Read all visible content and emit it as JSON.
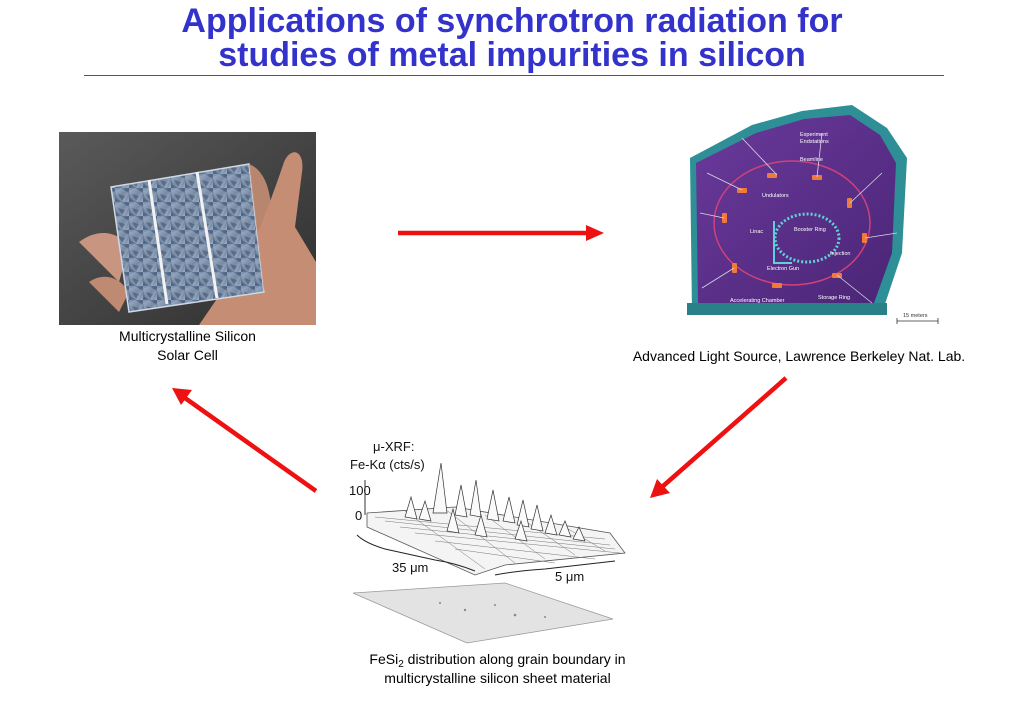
{
  "slide": {
    "title_line1": "Applications of synchrotron radiation for",
    "title_line2": "studies of metal impurities in silicon"
  },
  "solar_cell": {
    "caption_line1": "Multicrystalline Silicon",
    "caption_line2": "Solar Cell"
  },
  "als": {
    "caption": "Advanced Light Source, Lawrence Berkeley Nat. Lab.",
    "labels": {
      "experiment": "Experiment",
      "endstations": "Endstations",
      "beamline": "Beamline",
      "undulators": "Undulators",
      "booster_ring": "Booster Ring",
      "linac": "Linac",
      "injection": "Injection",
      "electron_gun": "Electron Gun",
      "accelerating_chamber": "Accelerating Chamber",
      "storage_ring": "Storage Ring",
      "scale": "15 meters"
    }
  },
  "xrf": {
    "label_line1": "μ-XRF:",
    "label_line2": "Fe-Kα (cts/s)",
    "tick_100": "100",
    "tick_0": "0",
    "dim_35": "35 μm",
    "dim_5": "5 μm",
    "caption_prefix": "FeSi",
    "caption_sub": "2",
    "caption_rest": " distribution along grain boundary in",
    "caption_line2": "multicrystalline silicon sheet material"
  },
  "colors": {
    "title": "#3333cc",
    "arrow": "#ee1111",
    "als_floor": "#5a2e8a",
    "als_wall": "#2e8f96"
  }
}
